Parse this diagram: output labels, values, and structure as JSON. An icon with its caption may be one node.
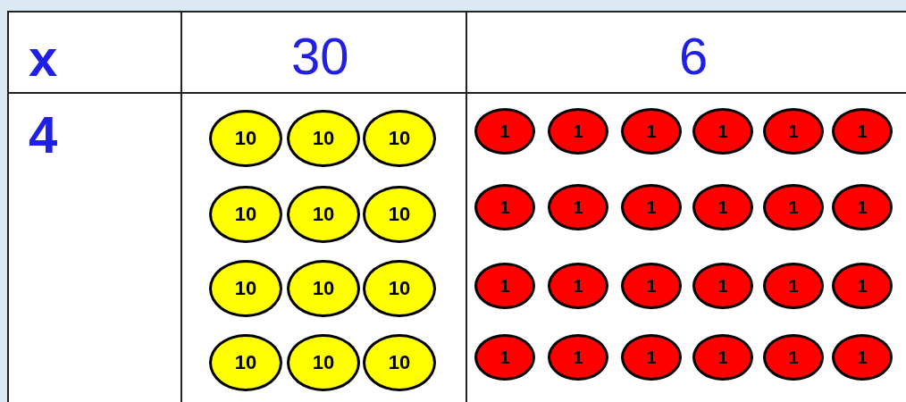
{
  "diagram": {
    "nodes": [
      {
        "text": [
          "10"
        ]
      },
      {
        "text": [
          "10"
        ]
      },
      {
        "text": [
          "10"
        ]
      },
      {
        "text": [
          "1"
        ]
      },
      {
        "text": [
          "1"
        ]
      },
      {
        "text": [
          "1"
        ]
      },
      {
        "text": [
          "1"
        ]
      },
      {
        "text": [
          "1"
        ]
      },
      {
        "text": [
          "1"
        ]
      },
      {
        "text": [
          "10"
        ]
      },
      {
        "text": [
          "10"
        ]
      },
      {
        "text": [
          "10"
        ]
      },
      {
        "text": [
          "1"
        ]
      },
      {
        "text": [
          "1"
        ]
      },
      {
        "text": [
          "1"
        ]
      },
      {
        "text": [
          "1"
        ]
      },
      {
        "text": [
          "1"
        ]
      },
      {
        "text": [
          "1"
        ]
      },
      {
        "text": [
          "10"
        ]
      },
      {
        "text": [
          "10"
        ]
      },
      {
        "text": [
          "10"
        ]
      },
      {
        "text": [
          "1"
        ]
      },
      {
        "text": [
          "1"
        ]
      },
      {
        "text": [
          "1"
        ]
      },
      {
        "text": [
          "1"
        ]
      },
      {
        "text": [
          "1"
        ]
      },
      {
        "text": [
          "1"
        ]
      },
      {
        "text": [
          "10"
        ]
      },
      {
        "text": [
          "10"
        ]
      },
      {
        "text": [
          "10"
        ]
      },
      {
        "text": [
          "1"
        ]
      },
      {
        "text": [
          "1"
        ]
      },
      {
        "text": [
          "1"
        ]
      },
      {
        "text": [
          "1"
        ]
      },
      {
        "text": [
          "1"
        ]
      },
      {
        "text": [
          "1"
        ]
      }
    ],
    "labels": [
      "x",
      "30",
      "6",
      "4"
    ]
  }
}
